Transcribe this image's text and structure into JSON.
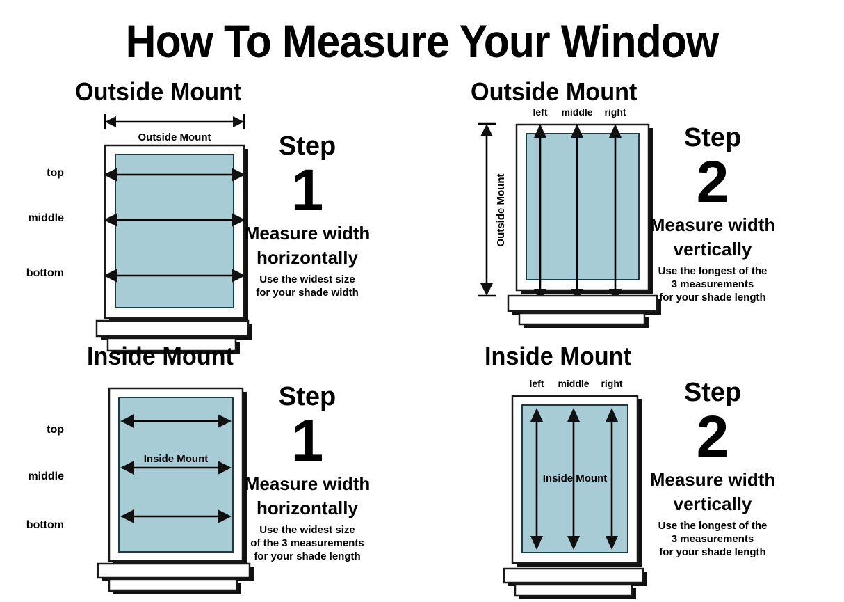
{
  "title": "How To Measure Your Window",
  "colors": {
    "glass": "#a7ccd6",
    "outline": "#1a1a1a",
    "background": "#ffffff",
    "text": "#000000"
  },
  "panels": [
    {
      "id": "outside-mount-step-1",
      "heading": "Outside Mount",
      "mount_type": "Outside Mount",
      "dimension_label": "Outside Mount",
      "orientation": "horizontal",
      "measure_labels": [
        "top",
        "middle",
        "bottom"
      ],
      "step": {
        "word": "Step",
        "number": "1",
        "instruction_line1": "Measure width",
        "instruction_line2": "horizontally",
        "note_lines": [
          "Use the widest size",
          "for your shade width"
        ]
      }
    },
    {
      "id": "outside-mount-step-2",
      "heading": "Outside Mount",
      "mount_type": "Outside Mount",
      "dimension_label": "Outside Mount",
      "orientation": "vertical",
      "measure_labels": [
        "left",
        "middle",
        "right"
      ],
      "step": {
        "word": "Step",
        "number": "2",
        "instruction_line1": "Measure width",
        "instruction_line2": "vertically",
        "note_lines": [
          "Use the longest of the",
          "3 measurements",
          "for your shade length"
        ]
      }
    },
    {
      "id": "inside-mount-step-1",
      "heading": "Inside Mount",
      "mount_type": "Inside Mount",
      "dimension_label": "Inside Mount",
      "orientation": "horizontal",
      "measure_labels": [
        "top",
        "middle",
        "bottom"
      ],
      "step": {
        "word": "Step",
        "number": "1",
        "instruction_line1": "Measure width",
        "instruction_line2": "horizontally",
        "note_lines": [
          "Use the widest size",
          "of the 3 measurements",
          "for your shade length"
        ]
      }
    },
    {
      "id": "inside-mount-step-2",
      "heading": "Inside Mount",
      "mount_type": "Inside Mount",
      "dimension_label": "Inside Mount",
      "orientation": "vertical",
      "measure_labels": [
        "left",
        "middle",
        "right"
      ],
      "step": {
        "word": "Step",
        "number": "2",
        "instruction_line1": "Measure width",
        "instruction_line2": "vertically",
        "note_lines": [
          "Use the longest of the",
          "3 measurements",
          "for your shade length"
        ]
      }
    }
  ]
}
